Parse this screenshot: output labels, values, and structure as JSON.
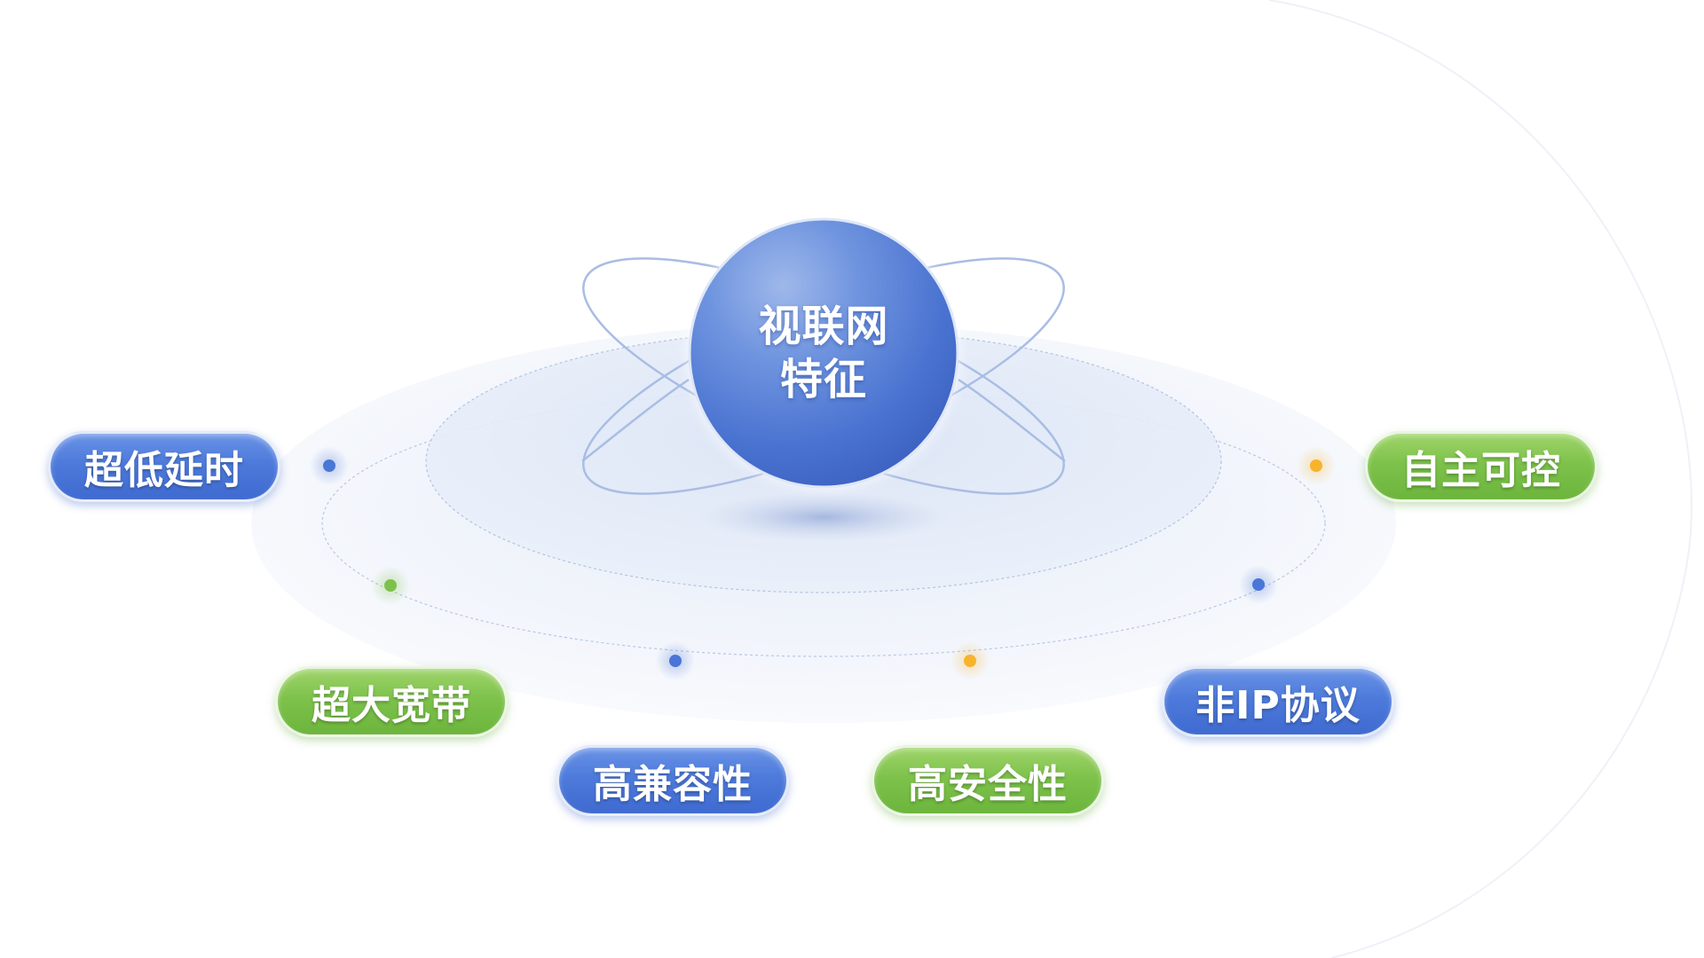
{
  "center": {
    "line1": "视联网",
    "line2": "特征"
  },
  "features": [
    {
      "label": "超低延时",
      "color": "blue"
    },
    {
      "label": "超大宽带",
      "color": "green"
    },
    {
      "label": "高兼容性",
      "color": "blue"
    },
    {
      "label": "高安全性",
      "color": "green"
    },
    {
      "label": "非IP协议",
      "color": "blue"
    },
    {
      "label": "自主可控",
      "color": "green"
    }
  ],
  "colors": {
    "blue": "#4a76d6",
    "green": "#7cc24a",
    "orange": "#f7b32b"
  }
}
